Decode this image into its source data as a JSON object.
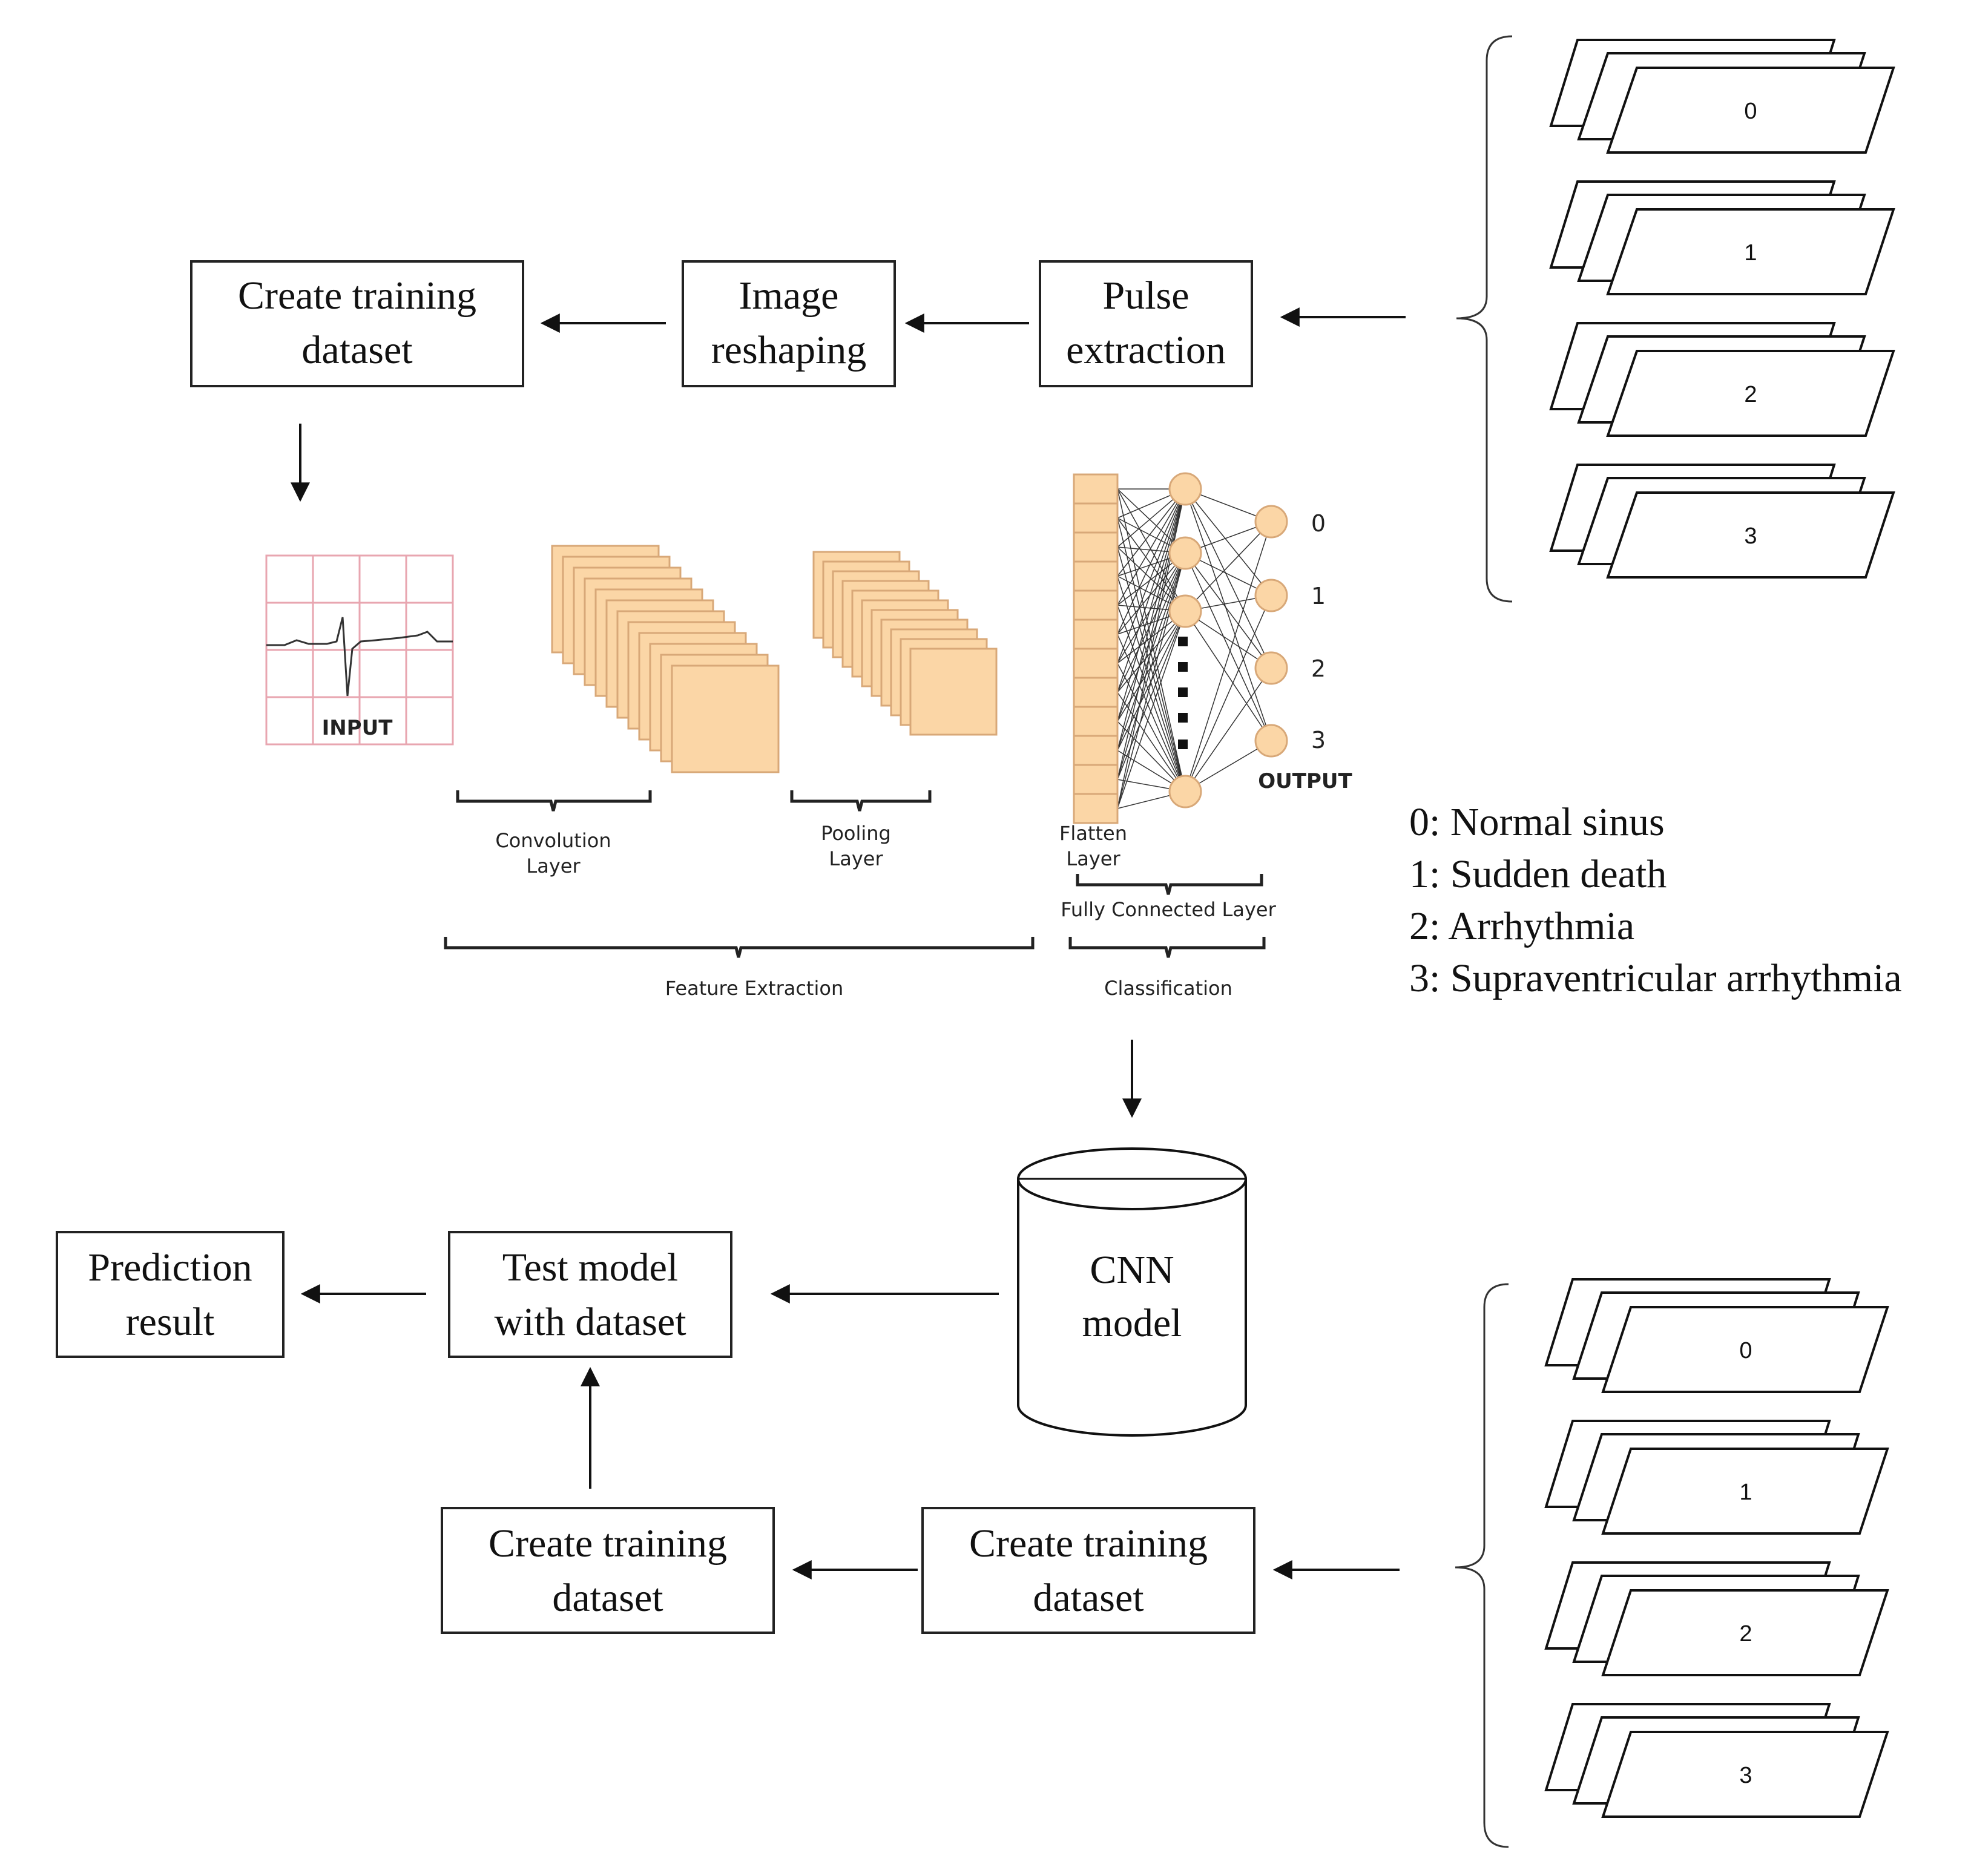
{
  "diagram": {
    "boxes": {
      "create_training_top": [
        "Create training",
        "dataset"
      ],
      "image_reshaping": [
        "Image",
        "reshaping"
      ],
      "pulse_extraction": [
        "Pulse",
        "extraction"
      ],
      "prediction_result": [
        "Prediction",
        "result"
      ],
      "test_model": [
        "Test model",
        "with dataset"
      ],
      "create_training_bottom_left": [
        "Create training",
        "dataset"
      ],
      "create_training_bottom_right": [
        "Create training",
        "dataset"
      ]
    },
    "cnn_model": [
      "CNN",
      "model"
    ],
    "cnn_figure": {
      "input_label": "INPUT",
      "output_label": "OUTPUT",
      "convolution_label": [
        "Convolution",
        "Layer"
      ],
      "pooling_label": [
        "Pooling",
        "Layer"
      ],
      "flatten_label": [
        "Flatten",
        "Layer"
      ],
      "fully_connected_label": "Fully Connected Layer",
      "feature_extraction_label": "Feature Extraction",
      "classification_label": "Classification",
      "output_classes": [
        "0",
        "1",
        "2",
        "3"
      ]
    },
    "image_stack_labels_top": [
      "0",
      "1",
      "2",
      "3"
    ],
    "image_stack_labels_bottom": [
      "0",
      "1",
      "2",
      "3"
    ],
    "legend": [
      "0: Normal sinus",
      "1: Sudden death",
      "2: Arrhythmia",
      "3: Supraventricular arrhythmia"
    ],
    "colors": {
      "box_stroke": "#222222",
      "feature_map_fill": "#fbd6a6",
      "feature_map_stroke": "#d8a878",
      "ecg_grid": "#e8a6b0",
      "neuron_fill": "#fbd6a6"
    }
  }
}
